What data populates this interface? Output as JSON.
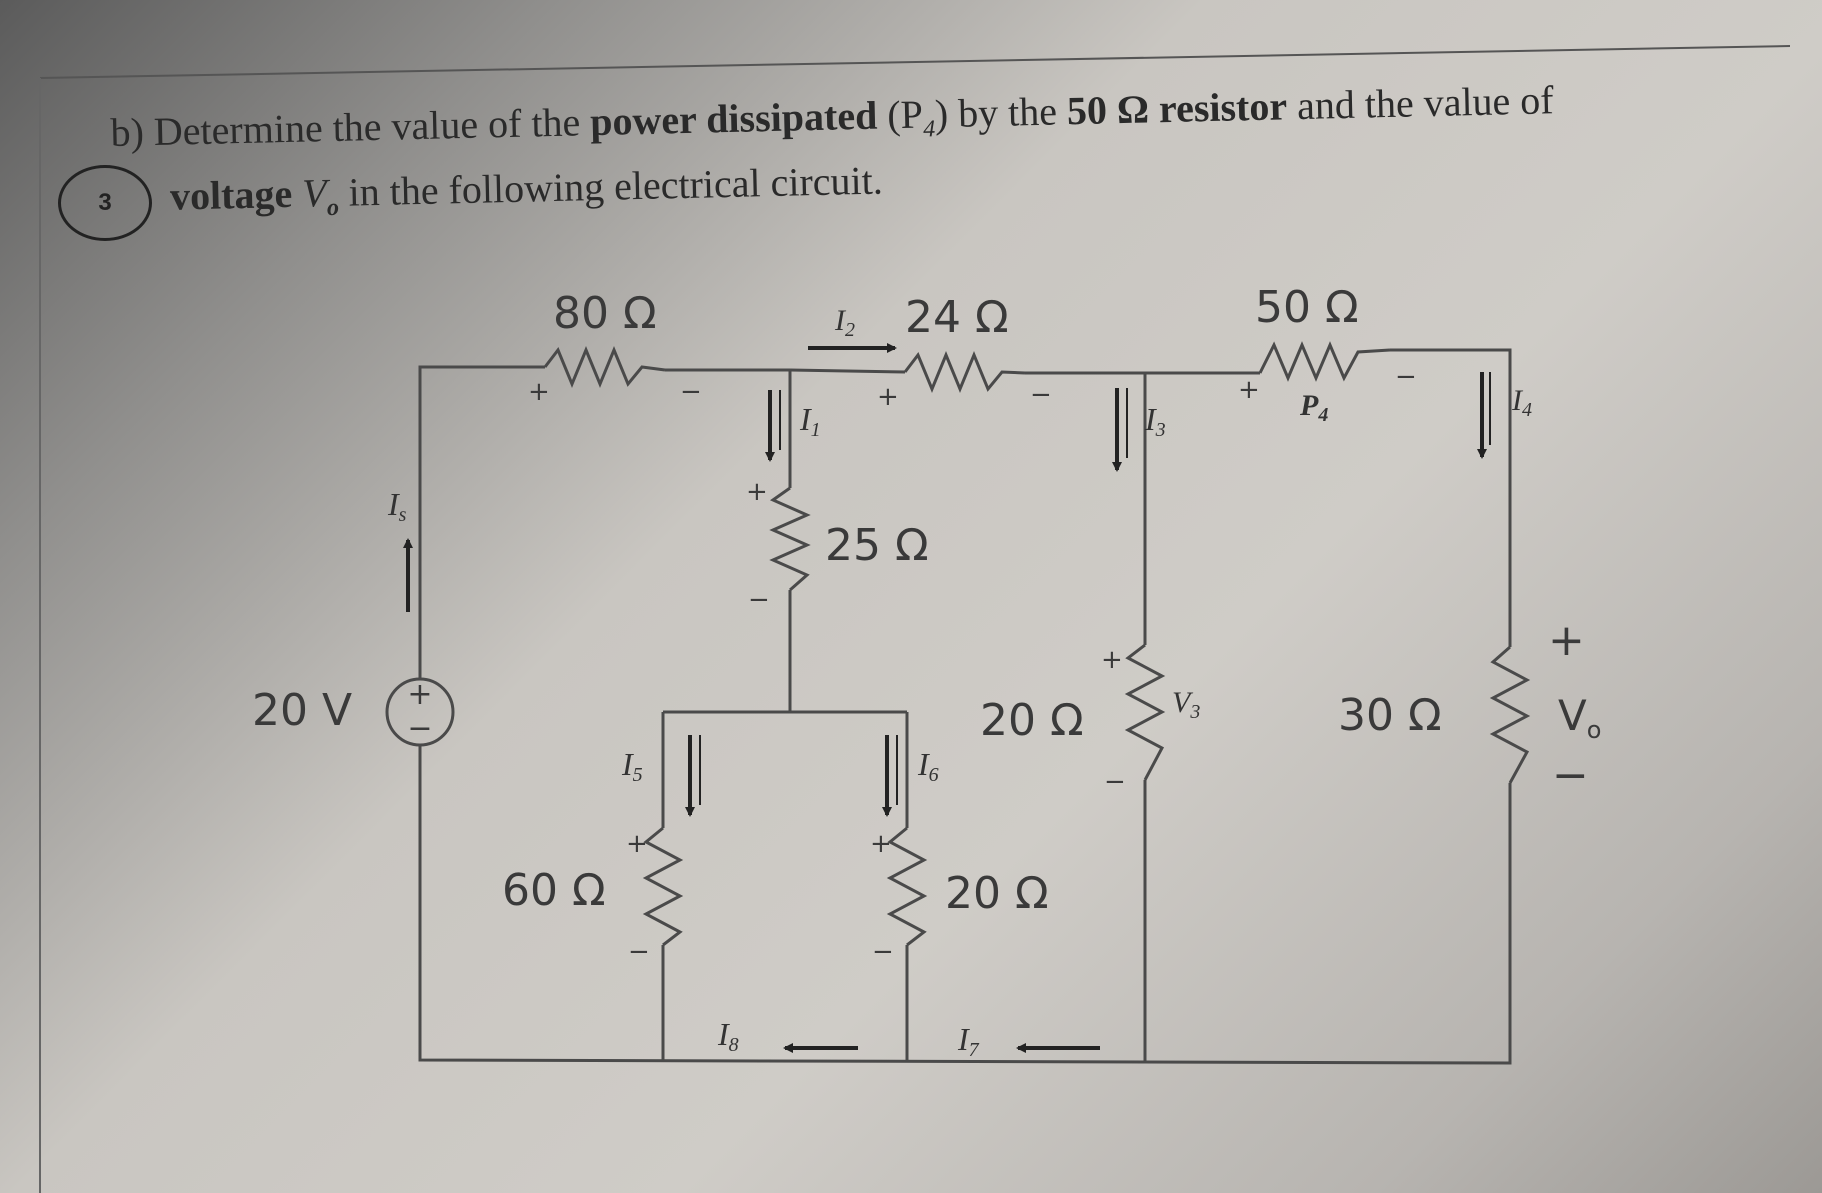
{
  "question": {
    "part": "b)",
    "number": "3",
    "line1_pre": "Determine the value of the ",
    "line1_bold1": "power dissipated",
    "line1_mid": " (P",
    "line1_sub": "4",
    "line1_mid2": ") by the ",
    "line1_bold2": "50 Ω resistor",
    "line1_post": " and the value of",
    "line2_bold": "voltage",
    "line2_var": " V",
    "line2_sub": "o",
    "line2_post": " in the following electrical circuit."
  },
  "circuit": {
    "source_voltage": "20 V",
    "source_plus": "+",
    "source_minus": "−",
    "resistors": {
      "r80": "80 Ω",
      "r24": "24 Ω",
      "r50": "50 Ω",
      "r25": "25 Ω",
      "r20a": "20 Ω",
      "r30": "30 Ω",
      "r60": "60 Ω",
      "r20b": "20 Ω"
    },
    "currents": {
      "is": "I",
      "is_sub": "s",
      "i1": "I",
      "i1_sub": "1",
      "i2": "I",
      "i2_sub": "2",
      "i3": "I",
      "i3_sub": "3",
      "i4": "I",
      "i4_sub": "4",
      "i5": "I",
      "i5_sub": "5",
      "i6": "I",
      "i6_sub": "6",
      "i7": "I",
      "i7_sub": "7",
      "i8": "I",
      "i8_sub": "8"
    },
    "voltages": {
      "v3": "V",
      "v3_sub": "3",
      "p4": "P",
      "p4_sub": "4",
      "vo": "V",
      "vo_sub": "o",
      "vo_plus": "+",
      "vo_minus": "−"
    },
    "polarity_plus": "+",
    "polarity_minus": "−"
  }
}
